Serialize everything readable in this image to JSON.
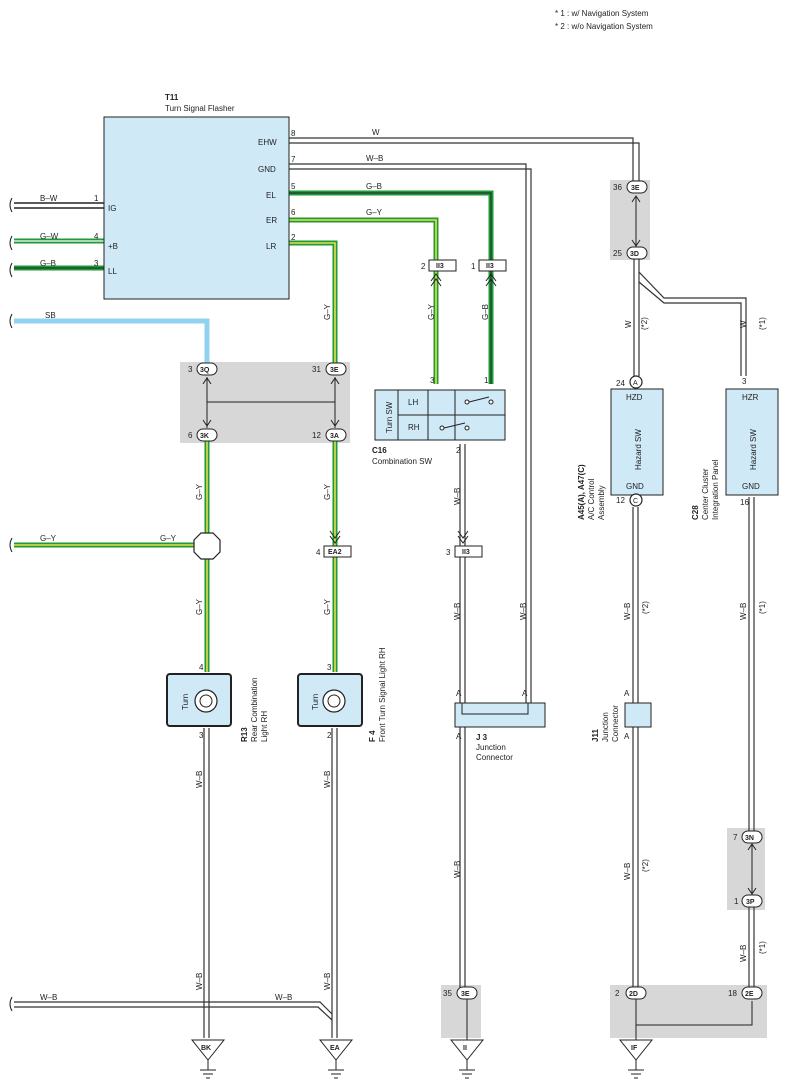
{
  "notes": [
    "* 1 : w/ Navigation System",
    "* 2 : w/o Navigation System"
  ],
  "components": {
    "t11": {
      "code": "T11",
      "name": "Turn Signal Flasher",
      "pins": [
        "IG",
        "+B",
        "LL",
        "EHW",
        "GND",
        "EL",
        "ER",
        "LR"
      ],
      "pin_numbers": [
        "1",
        "4",
        "3",
        "8",
        "7",
        "5",
        "6",
        "2"
      ]
    },
    "c16": {
      "code": "C16",
      "name": "Combination SW",
      "switch": "Turn SW",
      "lh": "LH",
      "rh": "RH",
      "pin_numbers": [
        "3",
        "1",
        "2"
      ]
    },
    "r13": {
      "code": "R13",
      "name1": "Rear Combination",
      "name2": "Light RH",
      "label": "Turn",
      "pin_numbers": [
        "4",
        "3"
      ]
    },
    "f4": {
      "code": "F 4",
      "name": "Front Turn Signal Light RH",
      "label": "Turn",
      "pin_numbers": [
        "3",
        "2"
      ]
    },
    "j3": {
      "code": "J 3",
      "name1": "Junction",
      "name2": "Connector",
      "pins": [
        "A",
        "A",
        "A"
      ]
    },
    "j11": {
      "code": "J11",
      "name1": "Junction",
      "name2": "Connector",
      "pins": [
        "A",
        "A"
      ]
    },
    "a45": {
      "code": "A45(A), A47(C)",
      "name1": "A/C Control",
      "name2": "Assembly",
      "switch": "Hazard SW",
      "hzd": "HZD",
      "gnd": "GND",
      "pin_numbers": [
        "24",
        "12"
      ],
      "pin_letters": [
        "A",
        "C"
      ]
    },
    "c28": {
      "code": "C28",
      "name1": "Center Cluster",
      "name2": "Integration Panel",
      "switch": "Hazard SW",
      "hzr": "HZR",
      "gnd": "GND",
      "pin_numbers": [
        "3",
        "16"
      ]
    }
  },
  "connectors": {
    "c3e_top": {
      "id": "3E",
      "pin": "36"
    },
    "c3d": {
      "id": "3D",
      "pin": "25"
    },
    "c3q": {
      "id": "3Q",
      "pin": "3"
    },
    "c3e_mid": {
      "id": "3E",
      "pin": "31"
    },
    "c3k": {
      "id": "3K",
      "pin": "6"
    },
    "c3a": {
      "id": "3A",
      "pin": "12"
    },
    "ii3_a": {
      "id": "II3",
      "pin": "2"
    },
    "ii3_b": {
      "id": "II3",
      "pin": "1"
    },
    "ii3_c": {
      "id": "II3",
      "pin": "3"
    },
    "ea2": {
      "id": "EA2",
      "pin": "4"
    },
    "c3n": {
      "id": "3N",
      "pin": "7"
    },
    "c3p": {
      "id": "3P",
      "pin": "1"
    },
    "c3e_bot": {
      "id": "3E",
      "pin": "35"
    },
    "c2d": {
      "id": "2D",
      "pin": "2"
    },
    "c2e": {
      "id": "2E",
      "pin": "18"
    }
  },
  "wire_colors": {
    "W": "W",
    "WB": "W–B",
    "GB": "G–B",
    "GY": "G–Y",
    "BW": "B–W",
    "GW": "G–W",
    "SB": "SB",
    "note1": "(*1)",
    "note2": "(*2)"
  },
  "grounds": [
    "BK",
    "EA",
    "II",
    "IF"
  ],
  "colors": {
    "green": "#1f9a3a",
    "yellow": "#e8e04a",
    "sky_blue": "#8fd3f0",
    "box_fill": "#cfe9f7",
    "connector_grey": "#d7d7d7"
  }
}
